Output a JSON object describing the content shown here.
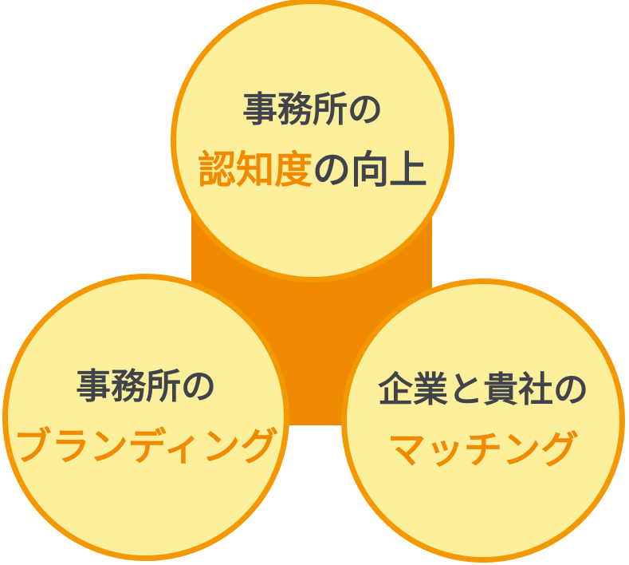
{
  "meta": {
    "description": "Three-circle benefits diagram connected by an orange shape"
  },
  "colors": {
    "background": "#FFFFFF",
    "circle_fill": "#FCEF9C",
    "circle_border": "#F39800",
    "connector": "#EF8A00",
    "text_dark": "#40444A",
    "text_accent": "#F08A00"
  },
  "diagram": {
    "circles": [
      {
        "name": "awareness",
        "line1": "事務所の",
        "line2_accent": "認知度",
        "line2_rest": "の向上"
      },
      {
        "name": "branding",
        "line1": "事務所の",
        "line2_accent": "ブランディング",
        "line2_rest": ""
      },
      {
        "name": "matching",
        "line1": "企業と貴社の",
        "line2_accent": "マッチング",
        "line2_rest": ""
      }
    ]
  }
}
